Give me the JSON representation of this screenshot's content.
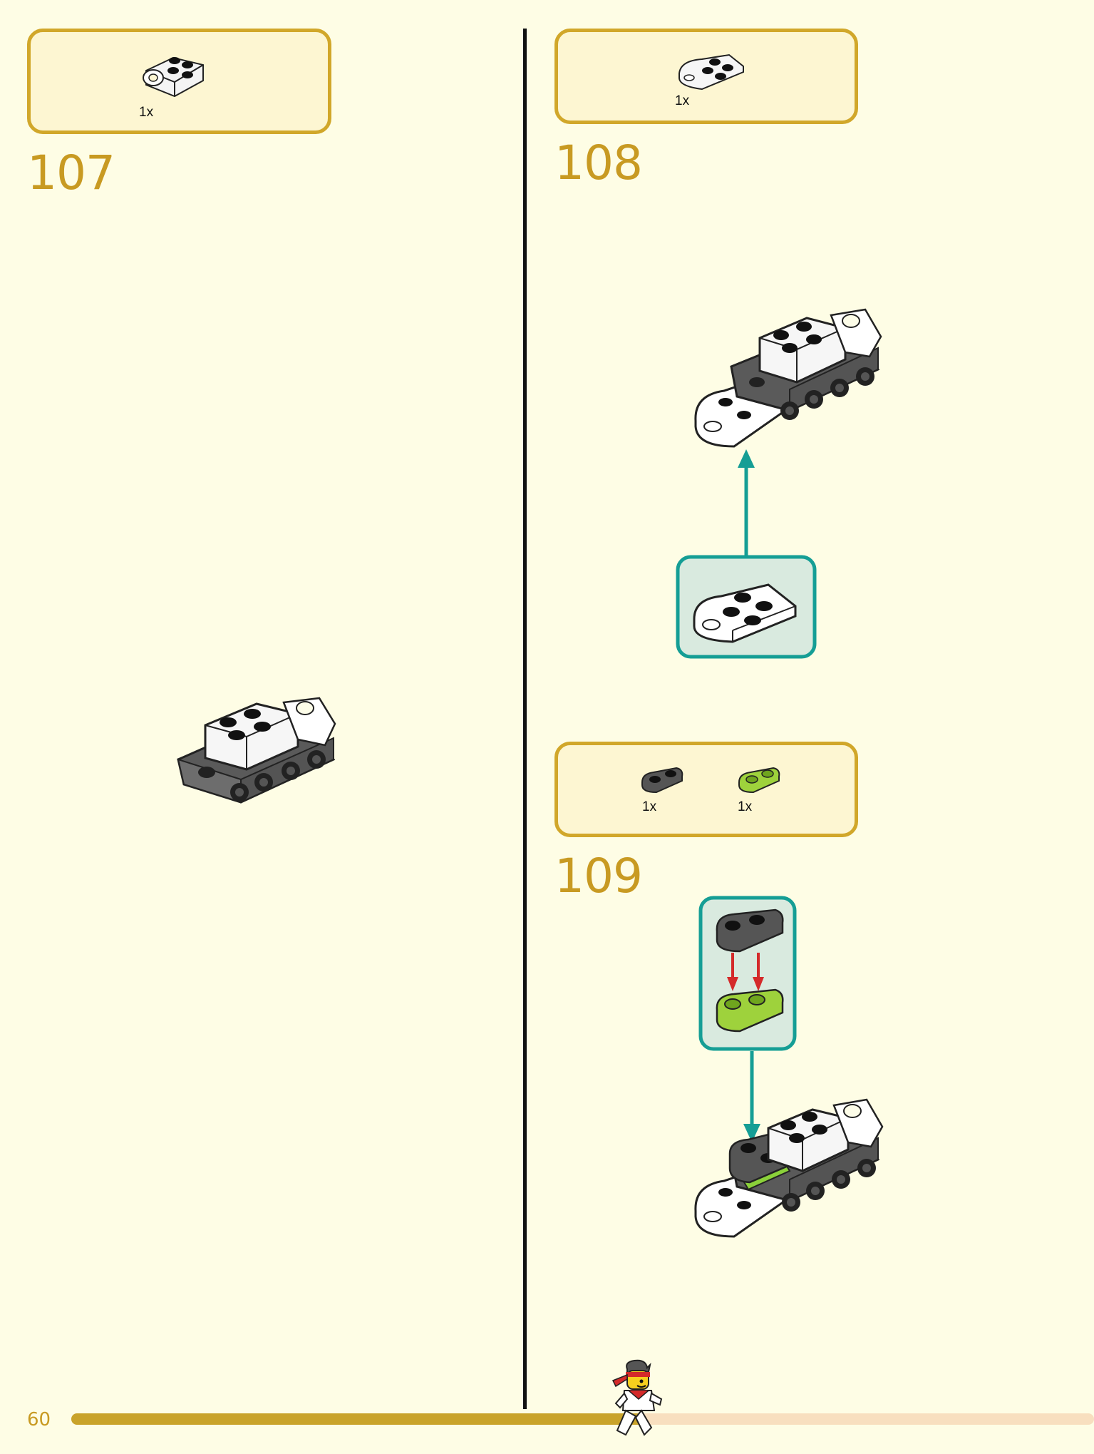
{
  "page": {
    "number": "60",
    "progress": 0.56
  },
  "steps": [
    {
      "number": "107",
      "parts": [
        {
          "qty": "1x",
          "icon": "white-ball-joint-brick-icon"
        }
      ]
    },
    {
      "number": "108",
      "parts": [
        {
          "qty": "1x",
          "icon": "white-round-plate-icon"
        }
      ]
    },
    {
      "number": "109",
      "parts": [
        {
          "qty": "1x",
          "icon": "dark-gray-plate-1x2-icon"
        },
        {
          "qty": "1x",
          "icon": "lime-plate-1x2-icon"
        }
      ]
    }
  ],
  "colors": {
    "background": "#fefde5",
    "box_border": "#d1a72a",
    "box_fill": "#fdf6d2",
    "step_number": "#c89a22",
    "callout_border": "#159e95",
    "callout_fill": "#d9eadf",
    "arrow_teal": "#159e95",
    "arrow_red": "#d42a2a"
  }
}
